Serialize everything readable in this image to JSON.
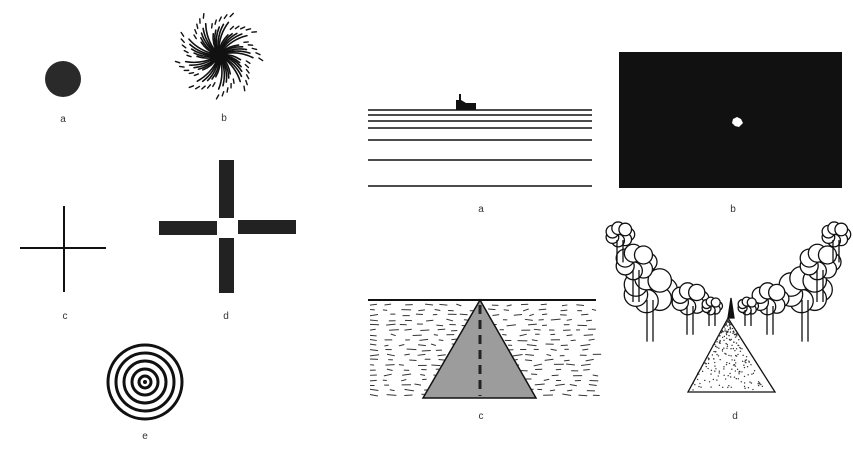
{
  "left_panel": {
    "labels": {
      "a": "a",
      "b": "b",
      "c": "c",
      "d": "d",
      "e": "e"
    }
  },
  "right_panel": {
    "labels": {
      "a": "a",
      "b": "b",
      "c": "c",
      "d": "d"
    }
  },
  "colors": {
    "ink": "#1a1a1a",
    "dark_fill": "#111111",
    "road_fill": "#9a9a9a"
  }
}
